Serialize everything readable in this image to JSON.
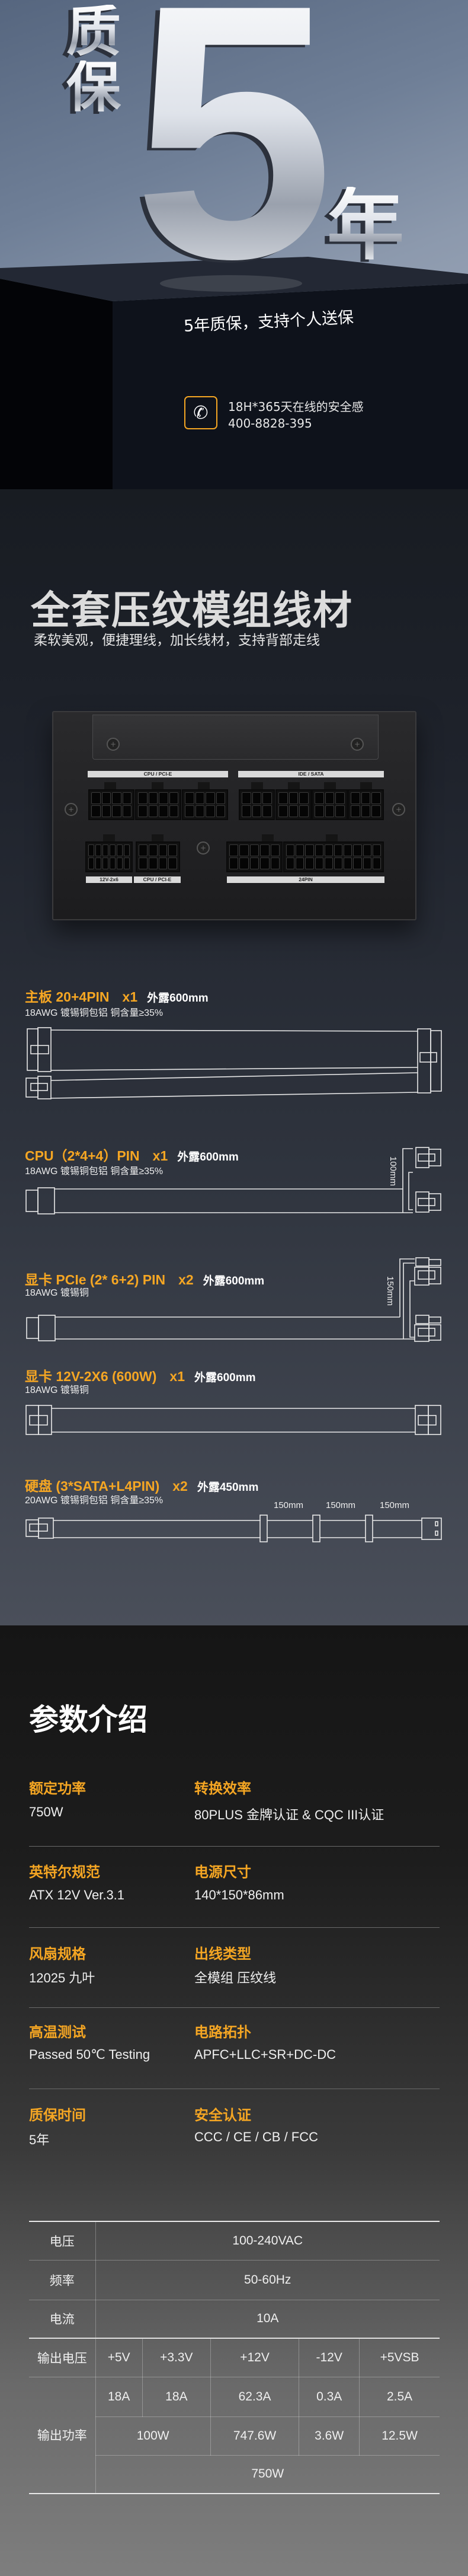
{
  "hero": {
    "char1": "质",
    "char2": "保",
    "big_number": "5",
    "unit": "年",
    "slogan": "5年质保，支持个人送保",
    "service_line": "18H*365天在线的安全感",
    "phone": "400-8828-395",
    "accent": "#f5a623",
    "icon": "phone-icon"
  },
  "cables_section": {
    "title": "全套压纹模组线材",
    "subtitle": "柔软美观，便捷理线，加长线材，支持背部走线",
    "psu_labels": {
      "cpu_pcie_top": "CPU / PCI-E",
      "ide_sata": "IDE / SATA",
      "v12_2x6": "12V-2x6",
      "cpu_pcie_bottom": "CPU / PCI-E",
      "pin24": "24PIN"
    },
    "cables": [
      {
        "name": "主板 20+4PIN",
        "qty": "x1",
        "length": "外露600mm",
        "spec": "18AWG 镀锡铜包铝 铜含量≥35%"
      },
      {
        "name": "CPU（2*4+4）PIN",
        "qty": "x1",
        "length": "外露600mm",
        "spec": "18AWG 镀锡铜包铝 铜含量≥35%",
        "branch": "100mm"
      },
      {
        "name": "显卡 PCIe (2* 6+2) PIN",
        "qty": "x2",
        "length": "外露600mm",
        "spec": "18AWG 镀锡铜",
        "branch": "150mm"
      },
      {
        "name": "显卡 12V-2X6 (600W)",
        "qty": "x1",
        "length": "外露600mm",
        "spec": "18AWG 镀锡铜"
      },
      {
        "name": "硬盘 (3*SATA+L4PIN)",
        "qty": "x2",
        "length": "外露450mm",
        "spec": "20AWG 镀锡铜包铝  铜含量≥35%",
        "segments": [
          "150mm",
          "150mm",
          "150mm"
        ]
      }
    ]
  },
  "params": {
    "title": "参数介绍",
    "items": [
      {
        "label": "额定功率",
        "value": "750W"
      },
      {
        "label": "转换效率",
        "value": "80PLUS 金牌认证 & CQC III认证"
      },
      {
        "label": "英特尔规范",
        "value": "ATX 12V Ver.3.1"
      },
      {
        "label": "电源尺寸",
        "value": "140*150*86mm"
      },
      {
        "label": "风扇规格",
        "value": "12025 九叶"
      },
      {
        "label": "出线类型",
        "value": "全模组 压纹线"
      },
      {
        "label": "高温测试",
        "value": "Passed 50℃ Testing"
      },
      {
        "label": "电路拓扑",
        "value": "APFC+LLC+SR+DC-DC"
      },
      {
        "label": "质保时间",
        "value": "5年"
      },
      {
        "label": "安全认证",
        "value": "CCC / CE / CB / FCC"
      }
    ]
  },
  "spec_table": {
    "voltage_label": "电压",
    "voltage": "100-240VAC",
    "freq_label": "频率",
    "freq": "50-60Hz",
    "current_label": "电流",
    "current": "10A",
    "out_voltage_label": "输出电压",
    "rails": [
      "+5V",
      "+3.3V",
      "+12V",
      "-12V",
      "+5VSB"
    ],
    "out_power_label": "输出功率",
    "amps": [
      "18A",
      "18A",
      "62.3A",
      "0.3A",
      "2.5A"
    ],
    "watts": [
      "100W",
      "747.6W",
      "3.6W",
      "12.5W"
    ],
    "total": "750W"
  }
}
